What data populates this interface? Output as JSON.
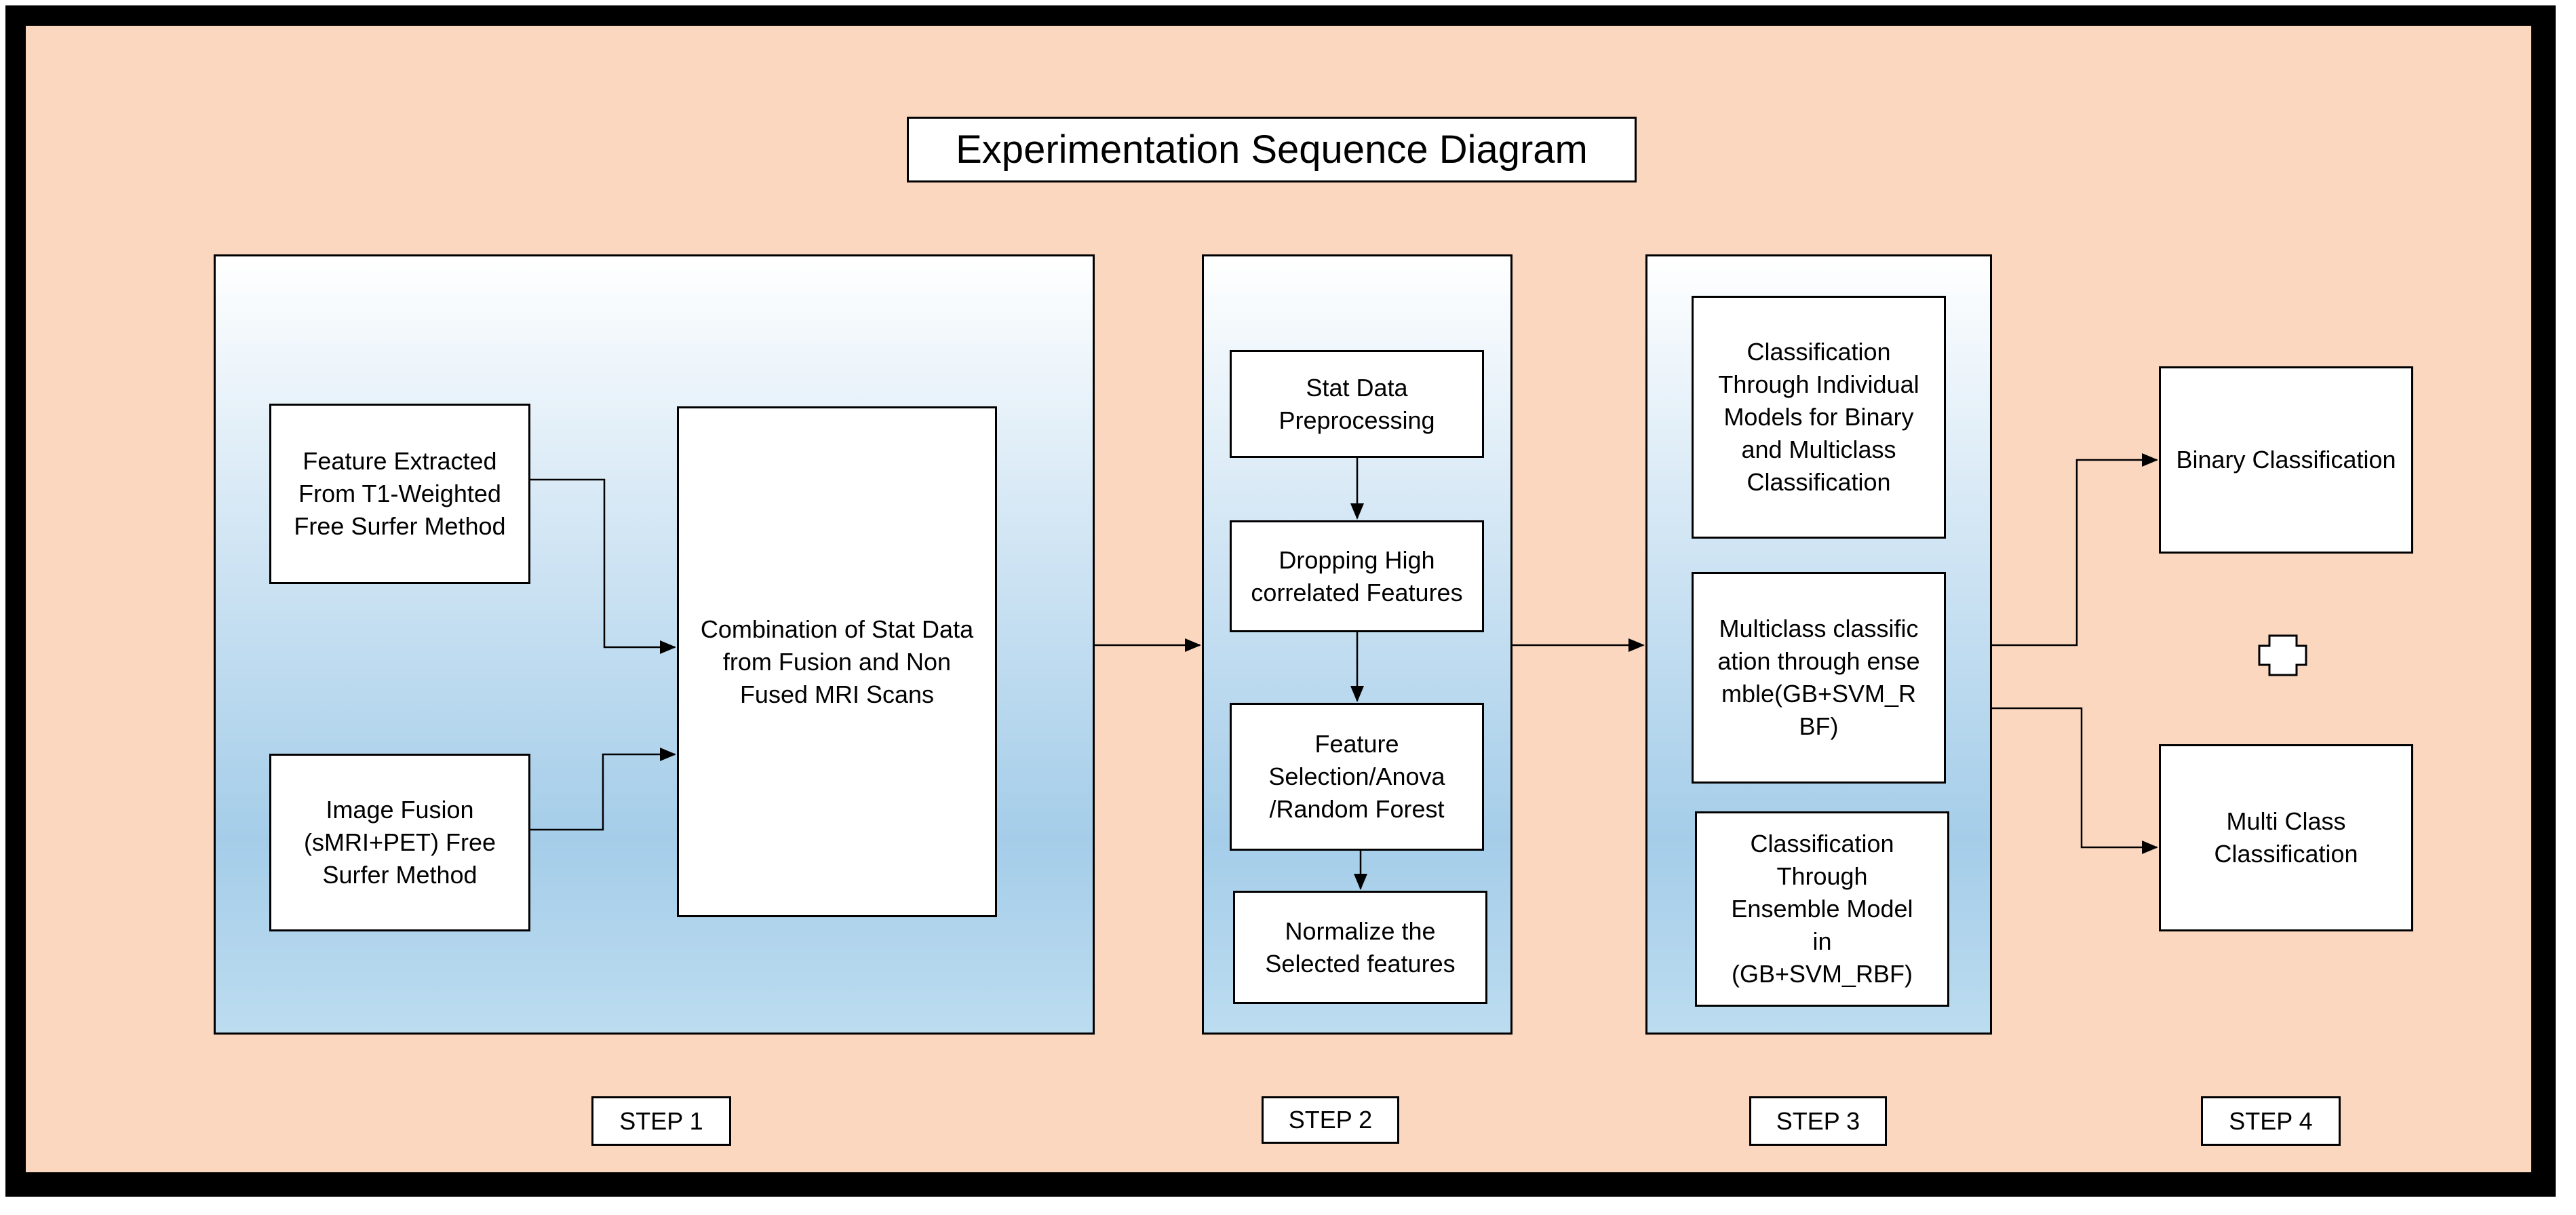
{
  "diagram": {
    "title": "Experimentation Sequence Diagram",
    "step1": {
      "feature_extracted": "Feature Extracted From T1-Weighted Free Surfer Method",
      "image_fusion": "Image Fusion (sMRI+PET) Free Surfer Method",
      "combination": "Combination of Stat Data from Fusion and Non Fused MRI Scans"
    },
    "step2": {
      "preprocessing": "Stat Data Preprocessing",
      "dropping": "Dropping High correlated Features",
      "selection": "Feature Selection/Anova /Random Forest",
      "normalize": "Normalize the Selected features"
    },
    "step3": {
      "individual": "Classification Through Individual Models for Binary and Multiclass Classification",
      "ensemble_multiclass": "Multiclass classification through ensemble(GB+SVM_RBF)",
      "ensemble_model": "Classification Through Ensemble Model  in (GB+SVM_RBF)"
    },
    "step4": {
      "binary": "Binary Classification",
      "multi": "Multi Class Classification"
    },
    "step_labels": [
      "STEP 1",
      "STEP 2",
      "STEP 3",
      "STEP 4"
    ]
  }
}
